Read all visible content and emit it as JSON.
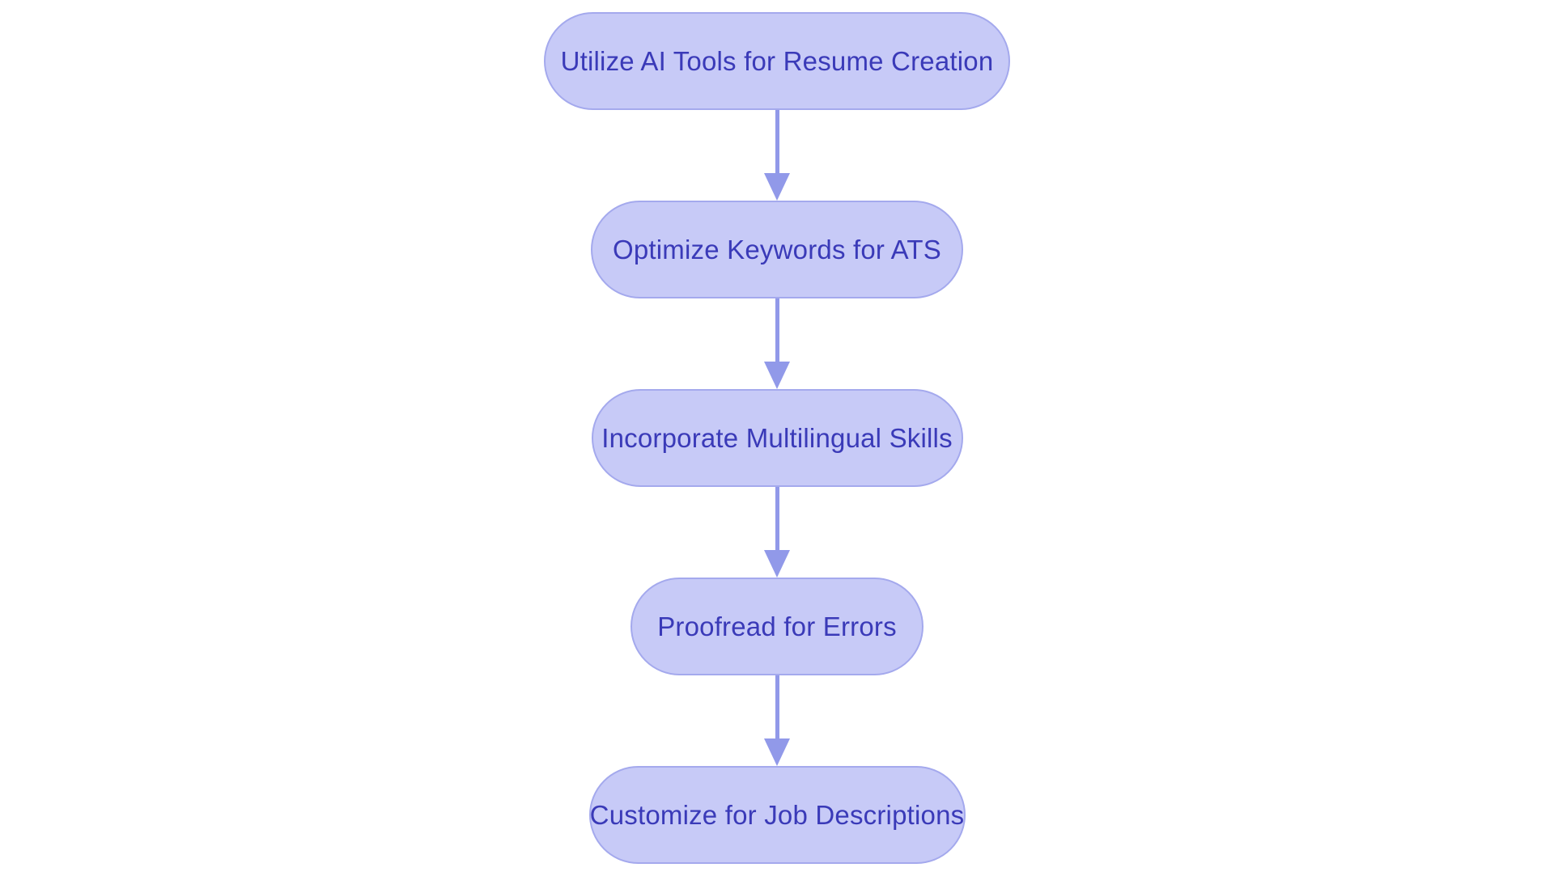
{
  "flowchart": {
    "type": "vertical-flow",
    "title": "",
    "colors": {
      "page_bg": "#ffffff",
      "node_fill": "#c7caf7",
      "node_border": "#a4a9ed",
      "node_text": "#3a3ab8",
      "arrow_color": "#9199e9"
    },
    "nodes": [
      {
        "label": "Utilize AI Tools for Resume Creation"
      },
      {
        "label": "Optimize Keywords for ATS"
      },
      {
        "label": "Incorporate Multilingual Skills"
      },
      {
        "label": "Proofread for Errors"
      },
      {
        "label": "Customize for Job Descriptions"
      }
    ],
    "connections": [
      {
        "from": 0,
        "to": 1,
        "style": "arrow-down"
      },
      {
        "from": 1,
        "to": 2,
        "style": "arrow-down"
      },
      {
        "from": 2,
        "to": 3,
        "style": "arrow-down"
      },
      {
        "from": 3,
        "to": 4,
        "style": "arrow-down"
      }
    ]
  }
}
